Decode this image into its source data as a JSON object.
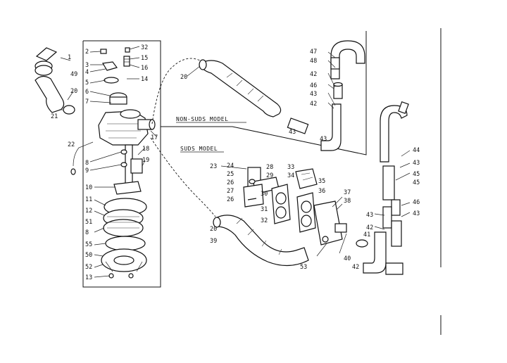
{
  "diagram": {
    "sections": {
      "non_suds": "NON-SUDS MODEL",
      "suds": "SUDS MODEL"
    },
    "callouts": {
      "c1": "1",
      "c2": "2",
      "c3": "3",
      "c4": "4",
      "c5": "5",
      "c6": "6",
      "c7": "7",
      "c8": "8",
      "c9": "9",
      "c10": "10",
      "c11": "11",
      "c12": "12",
      "c13": "13",
      "c14": "14",
      "c15": "15",
      "c16": "16",
      "c17": "17",
      "c18": "18",
      "c19": "19",
      "c20a": "20",
      "c20b": "20",
      "c20c": "20",
      "c21": "21",
      "c22": "22",
      "c23": "23",
      "c24": "24",
      "c25": "25",
      "c26a": "26",
      "c26b": "26",
      "c27": "27",
      "c28": "28",
      "c29": "29",
      "c30": "30",
      "c31": "31",
      "c32a": "32",
      "c32b": "32",
      "c33": "33",
      "c34": "34",
      "c35": "35",
      "c36": "36",
      "c37": "37",
      "c38": "38",
      "c39": "39",
      "c40": "40",
      "c41": "41",
      "c42a": "42",
      "c42b": "42",
      "c42c": "42",
      "c42d": "42",
      "c43a": "43",
      "c43b": "43",
      "c43c": "43",
      "c43d": "43",
      "c43e": "43",
      "c43f": "43",
      "c44": "44",
      "c45a": "45",
      "c45b": "45",
      "c46a": "46",
      "c46b": "46",
      "c47": "47",
      "c48": "48",
      "c49": "49",
      "c50": "50",
      "c51": "51",
      "c52": "52",
      "c53": "53",
      "c55": "55"
    }
  }
}
